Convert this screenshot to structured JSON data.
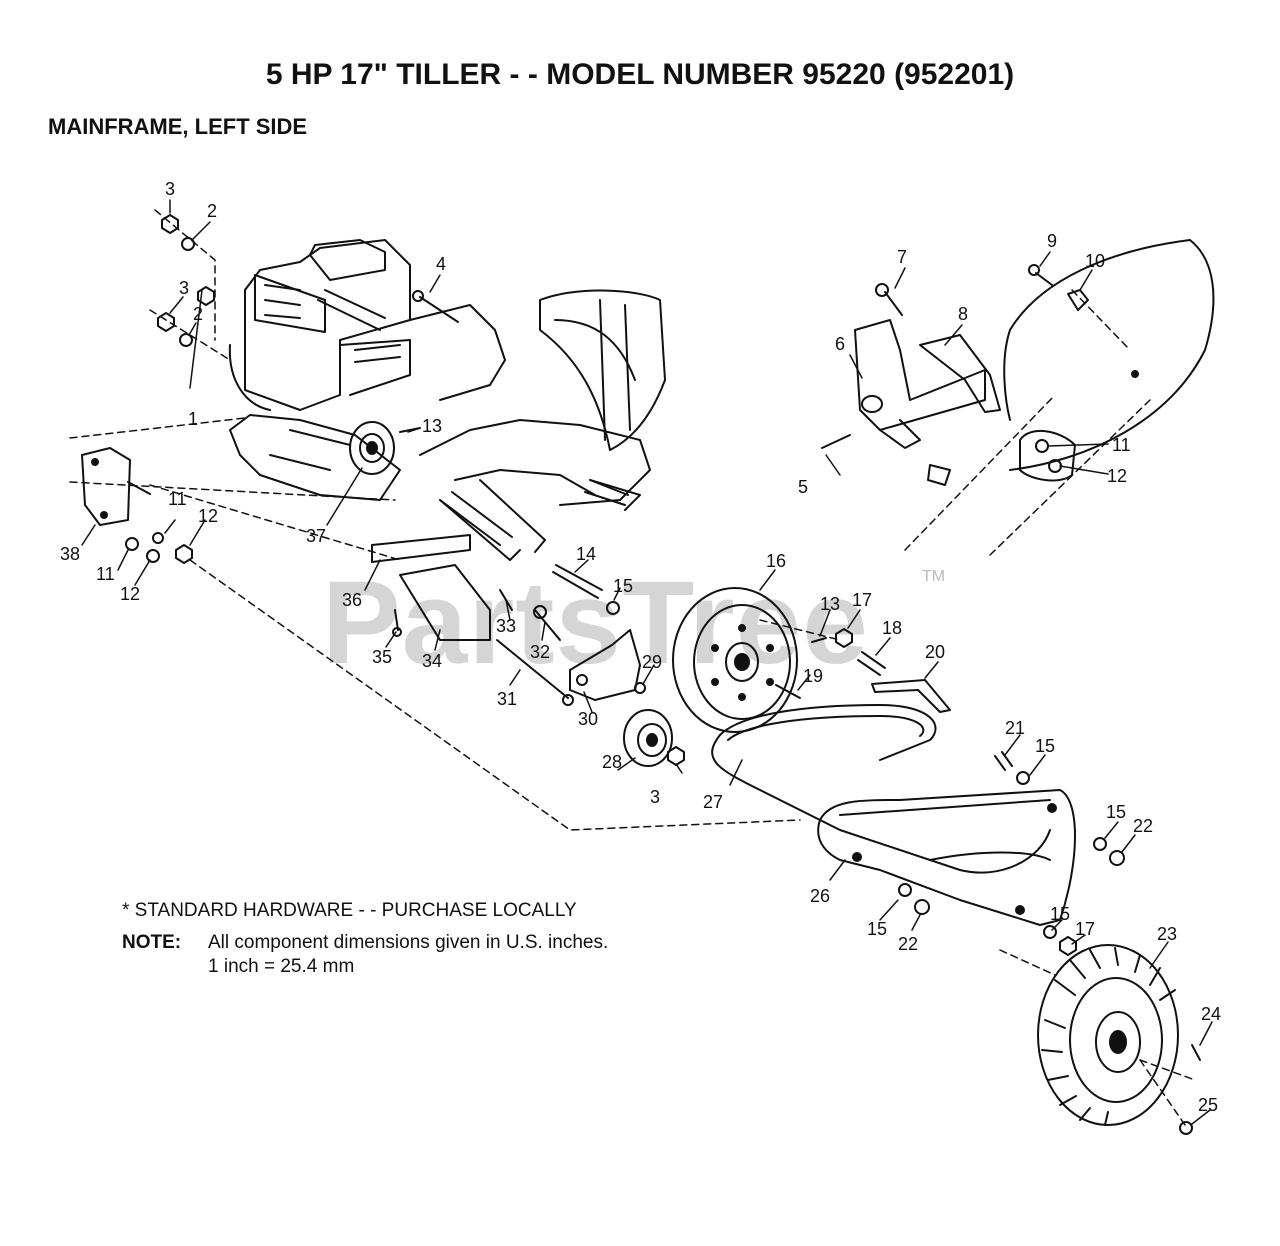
{
  "header": {
    "title": "5 HP 17\" TILLER - - MODEL NUMBER 95220 (952201)",
    "subtitle": "MAINFRAME, LEFT SIDE"
  },
  "watermark": {
    "text": "PartsTree",
    "trademark": "TM"
  },
  "notes": {
    "standard_hardware": "* STANDARD HARDWARE - - PURCHASE LOCALLY",
    "note_label": "NOTE:",
    "note_line1": "All component dimensions given in U.S. inches.",
    "note_line2": "1 inch = 25.4 mm"
  },
  "callouts": [
    "1",
    "2",
    "3",
    "4",
    "5",
    "6",
    "7",
    "8",
    "9",
    "10",
    "11",
    "12",
    "13",
    "14",
    "15",
    "16",
    "17",
    "18",
    "19",
    "20",
    "21",
    "22",
    "23",
    "24",
    "25",
    "26",
    "27",
    "28",
    "29",
    "30",
    "31",
    "32",
    "33",
    "34",
    "35",
    "36",
    "37",
    "38"
  ]
}
